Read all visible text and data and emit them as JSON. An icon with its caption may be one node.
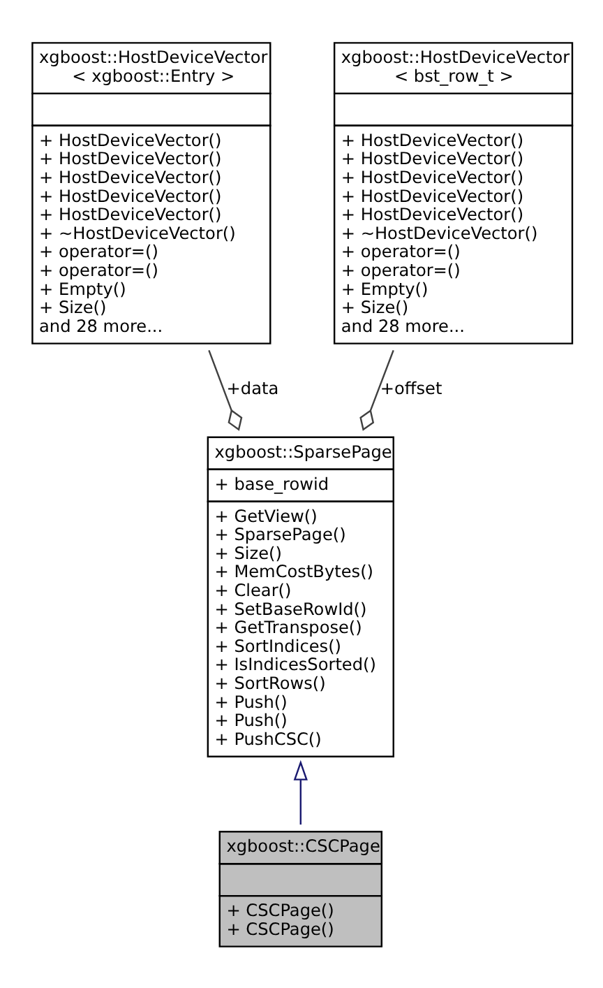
{
  "diagram": {
    "nodes": [
      {
        "text": [
          "xgboost::HostDeviceVector < xgboost::Entry >",
          "+ HostDeviceVector()",
          "+ HostDeviceVector()",
          "+ HostDeviceVector()",
          "+ HostDeviceVector()",
          "+ HostDeviceVector()",
          "+ ~HostDeviceVector()",
          "+ operator=()",
          "+ operator=()",
          "+ Empty()",
          "+ Size()",
          "and 28 more..."
        ]
      },
      {
        "text": [
          "xgboost::HostDeviceVector < bst_row_t >",
          "+ HostDeviceVector()",
          "+ HostDeviceVector()",
          "+ HostDeviceVector()",
          "+ HostDeviceVector()",
          "+ HostDeviceVector()",
          "+ ~HostDeviceVector()",
          "+ operator=()",
          "+ operator=()",
          "+ Empty()",
          "+ Size()",
          "and 28 more..."
        ]
      },
      {
        "text": [
          "xgboost::SparsePage",
          "+ base_rowid",
          "+ GetView()",
          "+ SparsePage()",
          "+ Size()",
          "+ MemCostBytes()",
          "+ Clear()",
          "+ SetBaseRowId()",
          "+ GetTranspose()",
          "+ SortIndices()",
          "+ IsIndicesSorted()",
          "+ SortRows()",
          "+ Push()",
          "+ Push()",
          "+ PushCSC()"
        ]
      },
      {
        "text": [
          "xgboost::CSCPage",
          "+ CSCPage()",
          "+ CSCPage()"
        ]
      }
    ],
    "edges": [
      {
        "from": 2,
        "to": 0,
        "arrow": "other",
        "label": "+data"
      },
      {
        "from": 2,
        "to": 1,
        "arrow": "other",
        "label": "+offset"
      },
      {
        "from": 3,
        "to": 2,
        "arrow": "to",
        "color": "#191970"
      }
    ]
  }
}
